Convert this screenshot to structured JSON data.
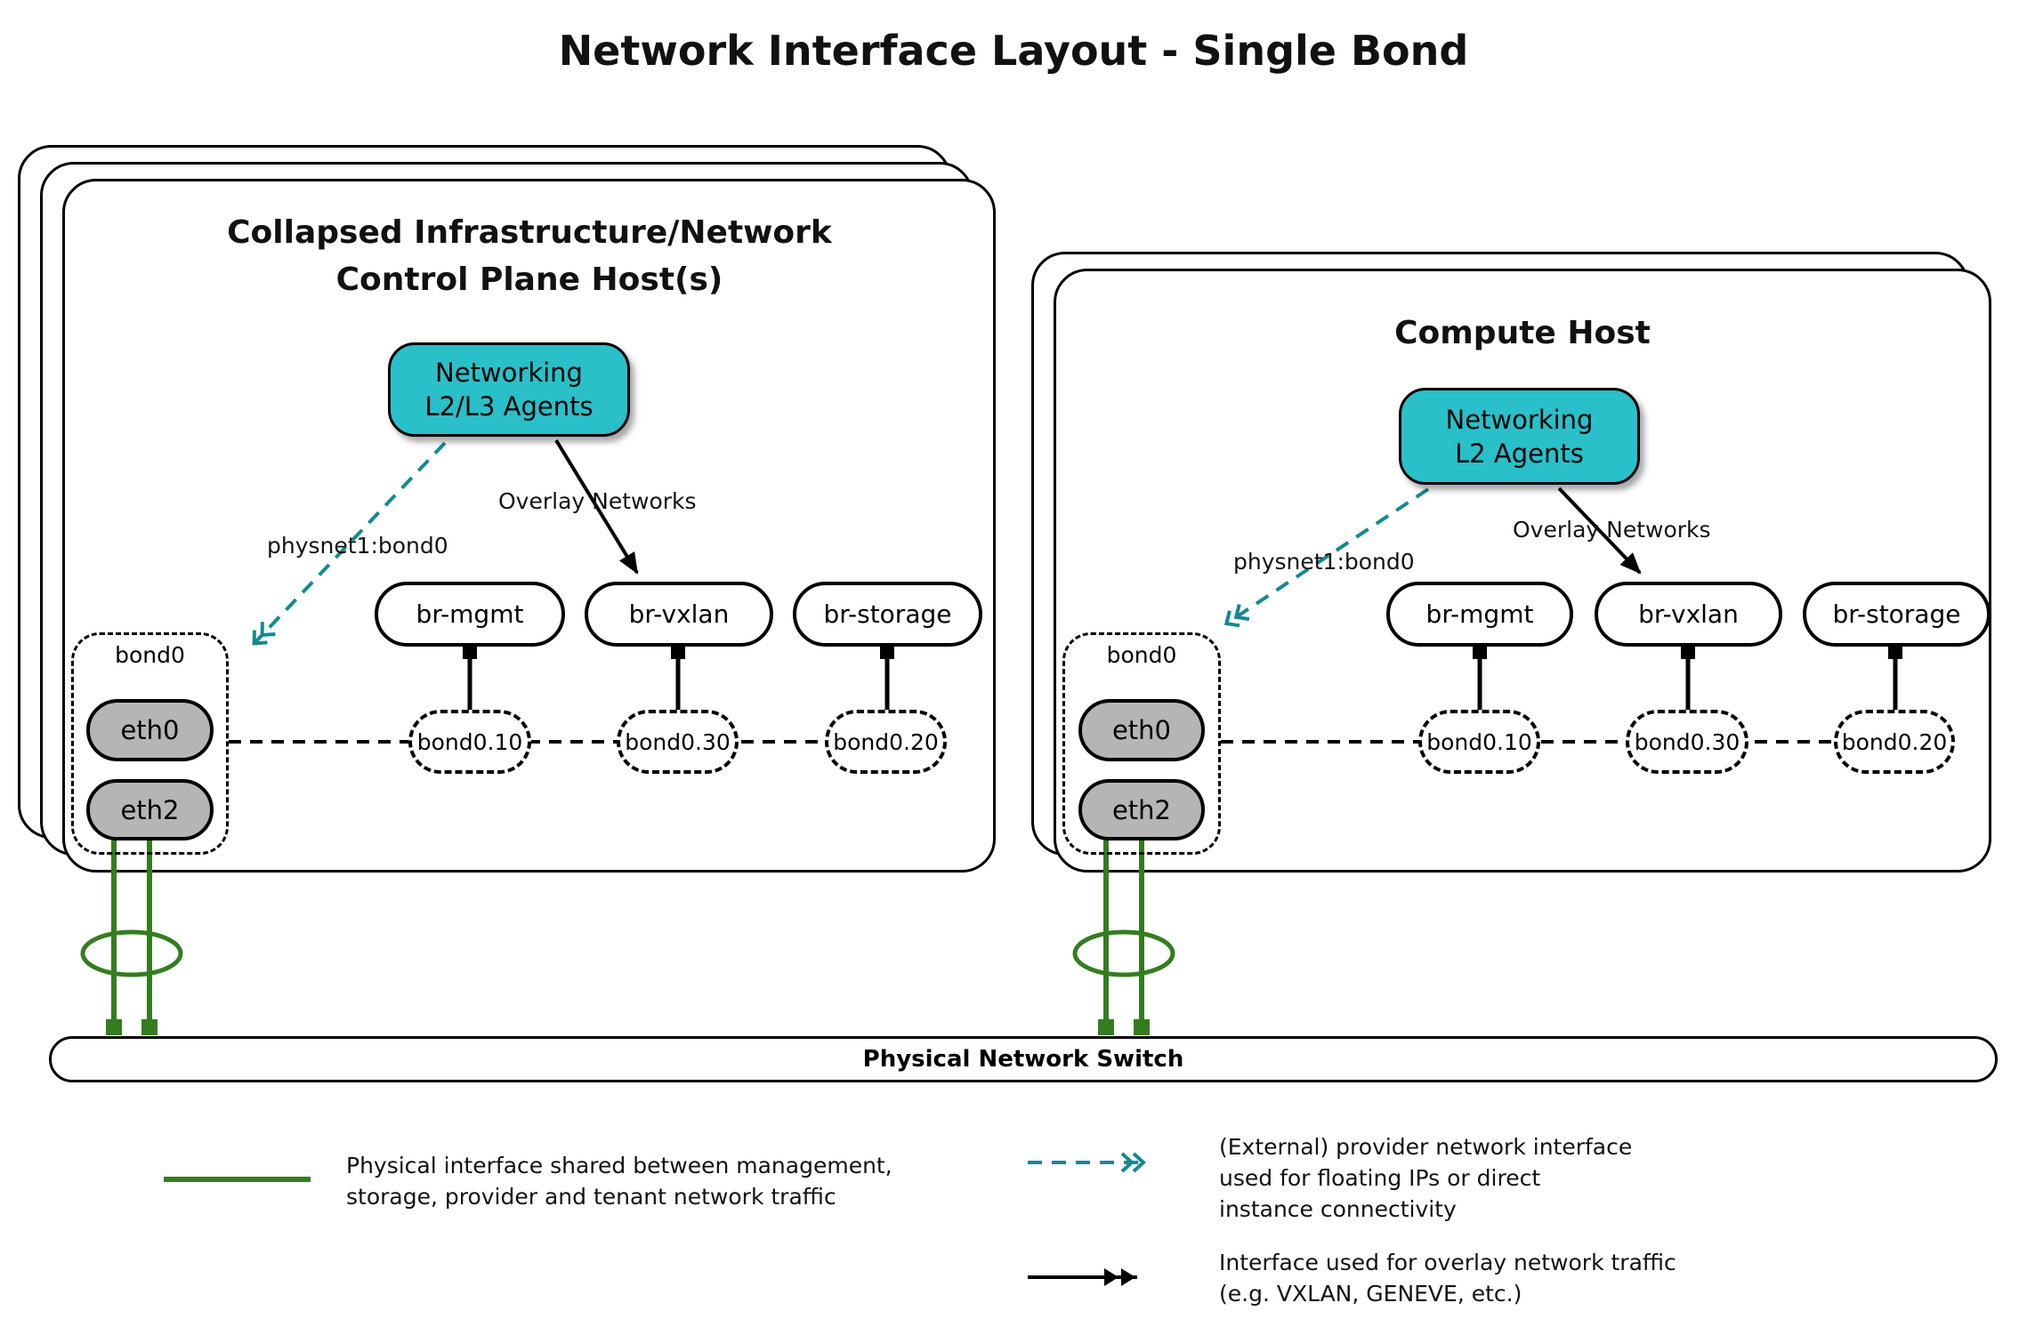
{
  "title": "Network Interface Layout - Single Bond",
  "colors": {
    "agent_fill": "#29c0c9",
    "provider_arrow": "#148a91",
    "physical_link": "#337d1f",
    "nic_fill": "#b5b5b5",
    "outline": "#000000"
  },
  "hosts": [
    {
      "title_line1": "Collapsed Infrastructure/Network",
      "title_line2": "Control Plane Host(s)",
      "agent_line1": "Networking",
      "agent_line2": "L2/L3 Agents",
      "overlay_label": "Overlay Networks",
      "provider_label": "physnet1:bond0",
      "bond_label": "bond0",
      "nics": [
        {
          "label": "eth0"
        },
        {
          "label": "eth2"
        }
      ],
      "bridges": [
        {
          "label": "br-mgmt"
        },
        {
          "label": "br-vxlan"
        },
        {
          "label": "br-storage"
        }
      ],
      "vlans": [
        {
          "label": "bond0.10"
        },
        {
          "label": "bond0.30"
        },
        {
          "label": "bond0.20"
        }
      ]
    },
    {
      "title_line1": "Compute Host",
      "title_line2": "",
      "agent_line1": "Networking",
      "agent_line2": "L2 Agents",
      "overlay_label": "Overlay Networks",
      "provider_label": "physnet1:bond0",
      "bond_label": "bond0",
      "nics": [
        {
          "label": "eth0"
        },
        {
          "label": "eth2"
        }
      ],
      "bridges": [
        {
          "label": "br-mgmt"
        },
        {
          "label": "br-vxlan"
        },
        {
          "label": "br-storage"
        }
      ],
      "vlans": [
        {
          "label": "bond0.10"
        },
        {
          "label": "bond0.30"
        },
        {
          "label": "bond0.20"
        }
      ]
    }
  ],
  "switch": {
    "label": "Physical Network Switch"
  },
  "legend": {
    "physical": {
      "line1": "Physical interface shared between management,",
      "line2": "storage, provider and tenant network traffic"
    },
    "provider": {
      "line1": "(External) provider network interface",
      "line2": "used for floating IPs or direct",
      "line3": "instance connectivity"
    },
    "overlay": {
      "line1": "Interface used for overlay network traffic",
      "line2": "(e.g. VXLAN, GENEVE, etc.)"
    }
  }
}
